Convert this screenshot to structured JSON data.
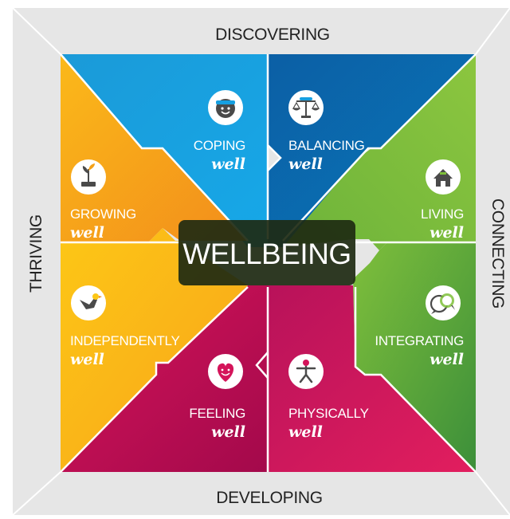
{
  "center": {
    "title": "WELLBEING"
  },
  "sides": {
    "top": "DISCOVERING",
    "bottom": "DEVELOPING",
    "left": "THRIVING",
    "right": "CONNECTING"
  },
  "segments": [
    {
      "id": "coping",
      "label": "COPING",
      "suffix": "well",
      "icon": "face-icon"
    },
    {
      "id": "balancing",
      "label": "BALANCING",
      "suffix": "well",
      "icon": "scales-icon"
    },
    {
      "id": "living",
      "label": "LIVING",
      "suffix": "well",
      "icon": "house-icon"
    },
    {
      "id": "integrating",
      "label": "INTEGRATING",
      "suffix": "well",
      "icon": "chat-bubbles-icon"
    },
    {
      "id": "physically",
      "label": "PHYSICALLY",
      "suffix": "well",
      "icon": "figure-icon"
    },
    {
      "id": "feeling",
      "label": "FEELING",
      "suffix": "well",
      "icon": "heart-face-icon"
    },
    {
      "id": "independently",
      "label": "INDEPENDENTLY",
      "suffix": "well",
      "icon": "bird-icon"
    },
    {
      "id": "growing",
      "label": "GROWING",
      "suffix": "well",
      "icon": "sprout-icon"
    }
  ],
  "colors": {
    "frame": "#e6e6e6",
    "blue_light": "#169fe0",
    "blue_dark": "#0a6fb3",
    "green": "#7ebf3a",
    "green_dark": "#4f9a33",
    "magenta": "#d4145a",
    "magenta_dark": "#a50a4a",
    "orange": "#f4a11a",
    "yellow": "#fdc716",
    "center_box": "#1e2a12"
  }
}
